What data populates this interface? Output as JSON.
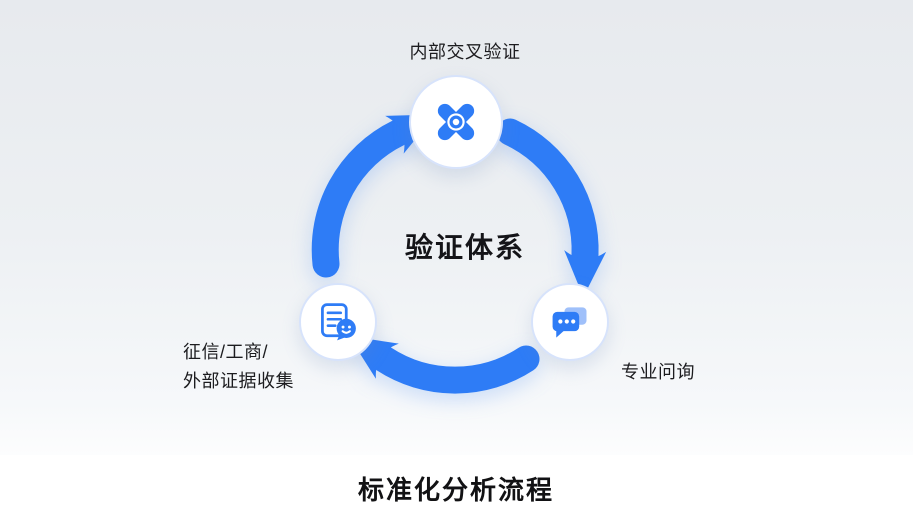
{
  "colors": {
    "accent_blue": "#2E7CF6",
    "light_blue": "#9FC0FA",
    "circle_border": "#D7E3FB",
    "text_dark": "#1C1C1F",
    "page_background": "#EDF0F3",
    "footer_background": "#FFFFFF"
  },
  "diagram": {
    "center_title": "验证体系",
    "nodes": {
      "top": {
        "label": "内部交叉验证",
        "icon": "cross-validation-icon"
      },
      "right": {
        "label": "专业问询",
        "icon": "chat-bubbles-icon"
      },
      "left": {
        "label": "征信/工商/\n外部证据收集",
        "icon": "document-chat-icon"
      }
    },
    "arrows": [
      {
        "name": "arrow-top-to-right"
      },
      {
        "name": "arrow-right-to-left"
      },
      {
        "name": "arrow-left-to-top"
      }
    ]
  },
  "footer": {
    "title": "标准化分析流程"
  }
}
